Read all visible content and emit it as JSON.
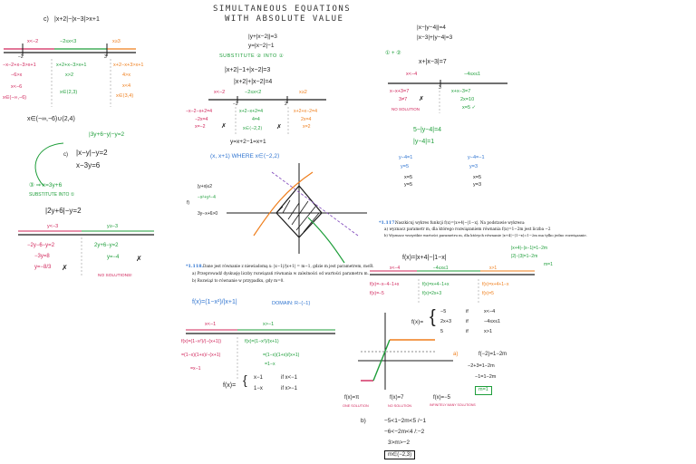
{
  "colors": {
    "black": "#1a1a1a",
    "green": "#1e9e3a",
    "red": "#d0245a",
    "orange": "#ef7d1a",
    "blue": "#2f74d0",
    "magenta": "#d22a8a",
    "purple": "#7a3fb8"
  },
  "title": {
    "line1": "SIMULTANEOUS EQUATIONS",
    "line2": "WITH ABSOLUTE VALUE"
  },
  "left": {
    "c_label": "c)",
    "problem": "|x+2|−|x−3|>x+1",
    "nl_labels": [
      "x<−2",
      "−2≤x<3",
      "x≥3"
    ],
    "ticks": [
      "−2",
      "3"
    ],
    "case1": [
      "−x−2+x−3>x+1",
      "−6>x",
      "x<−6",
      "x∈(−∞,−6)"
    ],
    "case2": [
      "x+2+x−3>x+1",
      "x>2",
      "x∈⟨2,3)"
    ],
    "case3": [
      "x+2−x+3>x+1",
      "4>x",
      "x<4",
      "x∈⟨3,4)"
    ],
    "answer": "x∈(−∞,−6)∪(2,4)",
    "sys_label": "c)",
    "sys1": "|x−y|−y=2",
    "sys2": "x−3y=6",
    "eq_green": "|3y+6−y|−y=2",
    "step1": "③ ⇒ x=3y+6",
    "substitute": "SUBSTITUTE INTO ①",
    "eq_black": "|2y+6|−y=2",
    "nl2_labels": [
      "y<−3",
      "y≥−3"
    ],
    "c1": [
      "−2y−6−y=2",
      "−3y=8",
      "y=−8/3"
    ],
    "c2": [
      "2y+6−y=2",
      "y=−4"
    ],
    "no_solutions": "NO SOLUTIONS!"
  },
  "middle": {
    "sys1": "|y+|x−2||=3",
    "sys2": "y=|x−2|−1",
    "substitute": "SUBSTITUTE ② INTO ①",
    "eq1": "|x+2|−1+|x−2|=3",
    "eq2": "|x+2|+|x−2|=4",
    "nl_labels": [
      "x<−2",
      "−2≤x<2",
      "x≥2"
    ],
    "ticks": [
      "−2",
      "2"
    ],
    "c1": [
      "−x−2−x+2=4",
      "−2x=4",
      "x=−2",
      "✗"
    ],
    "c2": [
      "x+2−x+2=4",
      "4=4",
      "x∈⟨−2,2⟩"
    ],
    "c3": [
      "x+2+x−2=4",
      "2x=4",
      "x=2",
      "✗"
    ],
    "eq3": "y=x+2−1=x+1",
    "answer": "(x, x+1) WHERE x∈⟨−2,2⟩",
    "graph_sys": [
      "|y+x|≤2",
      "−x²+y²−4",
      "3y−x+6>0"
    ],
    "graph_label": "f)",
    "ex_num": "*1.118.",
    "ex_text": "Dane jest równanie z niewiadomą x: |x−1|/|x+1| = m−1, gdzie m jest parametrem, m∈R.",
    "ex_a": "a) Przeprowadź dyskusję liczby rozwiązań równania w zależności od wartości parametru m.",
    "ex_b": "b) Rozwiąż to równanie w przypadku, gdy m=0.",
    "fx": "f(x)=(1−x²)/|x+1|",
    "domain": "DOMAIN: R−{−1}",
    "nl_labels2": [
      "x<−1",
      "x>−1"
    ],
    "k1": [
      "f(x)=(1−x²)/(−(x+1))",
      "=(1−x)(1+x)/−(x+1)",
      "=x−1"
    ],
    "k2": [
      "f(x)=(1−x²)/(x+1)",
      "=(1−x)(1+x)/(x+1)",
      "=1−x"
    ],
    "piece_lhs": "f(x)=",
    "piece": [
      "x−1",
      "if x<−1",
      "1−x",
      "if x>−1"
    ]
  },
  "right": {
    "sys1": "|x−|y−4||=4",
    "sys2": "|x−3|+|y−4|=3",
    "step": "① + ②",
    "eq": "x+|x−3|=7",
    "nl_labels": [
      "x<−4",
      "−4≤x≤1",
      "x>1"
    ],
    "tick": "3",
    "c1": [
      "x−x+3=7",
      "3≠7",
      "✗"
    ],
    "no_solution": "NO SOLUTION",
    "c2": [
      "x+x−3=7",
      "2x=10",
      "x=5 ✓"
    ],
    "e1": "5−|y−4|=4",
    "e2": "|y−4|=1",
    "y1": [
      "y−4=1",
      "y=5",
      "x=5",
      "y=5"
    ],
    "y2": [
      "y−4=−1",
      "y=3",
      "x=5",
      "y=3"
    ],
    "ex_num": "*1.117.",
    "ex_text": "Naszkicuj wykres funkcji f(x)=|x+4|−|1−x|. Na podstawie wykresu:",
    "ex_a": "a) wyznacz parametr m, dla którego rozwiązaniem równania f(x)=1−2m jest liczba −2",
    "ex_b": "b) Wyznacz wszystkie wartości parametru m, dla których równanie |x+4|−|1−x|=1−2m ma tylko jedno rozwiązanie.",
    "note1": "|x+4|−|x−1|=1−2m",
    "note2": "|2|−|3|=1−2m",
    "note3": "m=1",
    "fx": "f(x)=|x+4|−|1−x|",
    "k1": [
      "f(x)=−x−4−1+x",
      "f(x)=−5"
    ],
    "k2": [
      "f(x)=x+4−1+x",
      "f(x)=2x+3"
    ],
    "k3": [
      "f(x)=x+4+1−x",
      "f(x)=5"
    ],
    "piece_lhs": "f(x)=",
    "piece": [
      "−5",
      "if",
      "x<−4",
      "2x+3",
      "if",
      "−4≤x≤1",
      "5",
      "if",
      "x>1"
    ],
    "a_label": "a)",
    "a1": "f(−2)=1−2m",
    "a2": "−2+3=1−2m",
    "a3": "−1=1−2m",
    "a4": "m=1",
    "q1": [
      "f(x)=π",
      "ONE SOLUTION"
    ],
    "q2": [
      "f(x)=7",
      "NO SOLUTION"
    ],
    "q3": [
      "f(x)=−5",
      "INFINITELY MANY SOLUTIONS"
    ],
    "b_label": "b)",
    "b1": "−5<1−2m<5   /−1",
    "b2": "−6<−2m<4   /:−2",
    "b3": "3>m>−2",
    "b_ans": "m∈(−2,3)"
  }
}
